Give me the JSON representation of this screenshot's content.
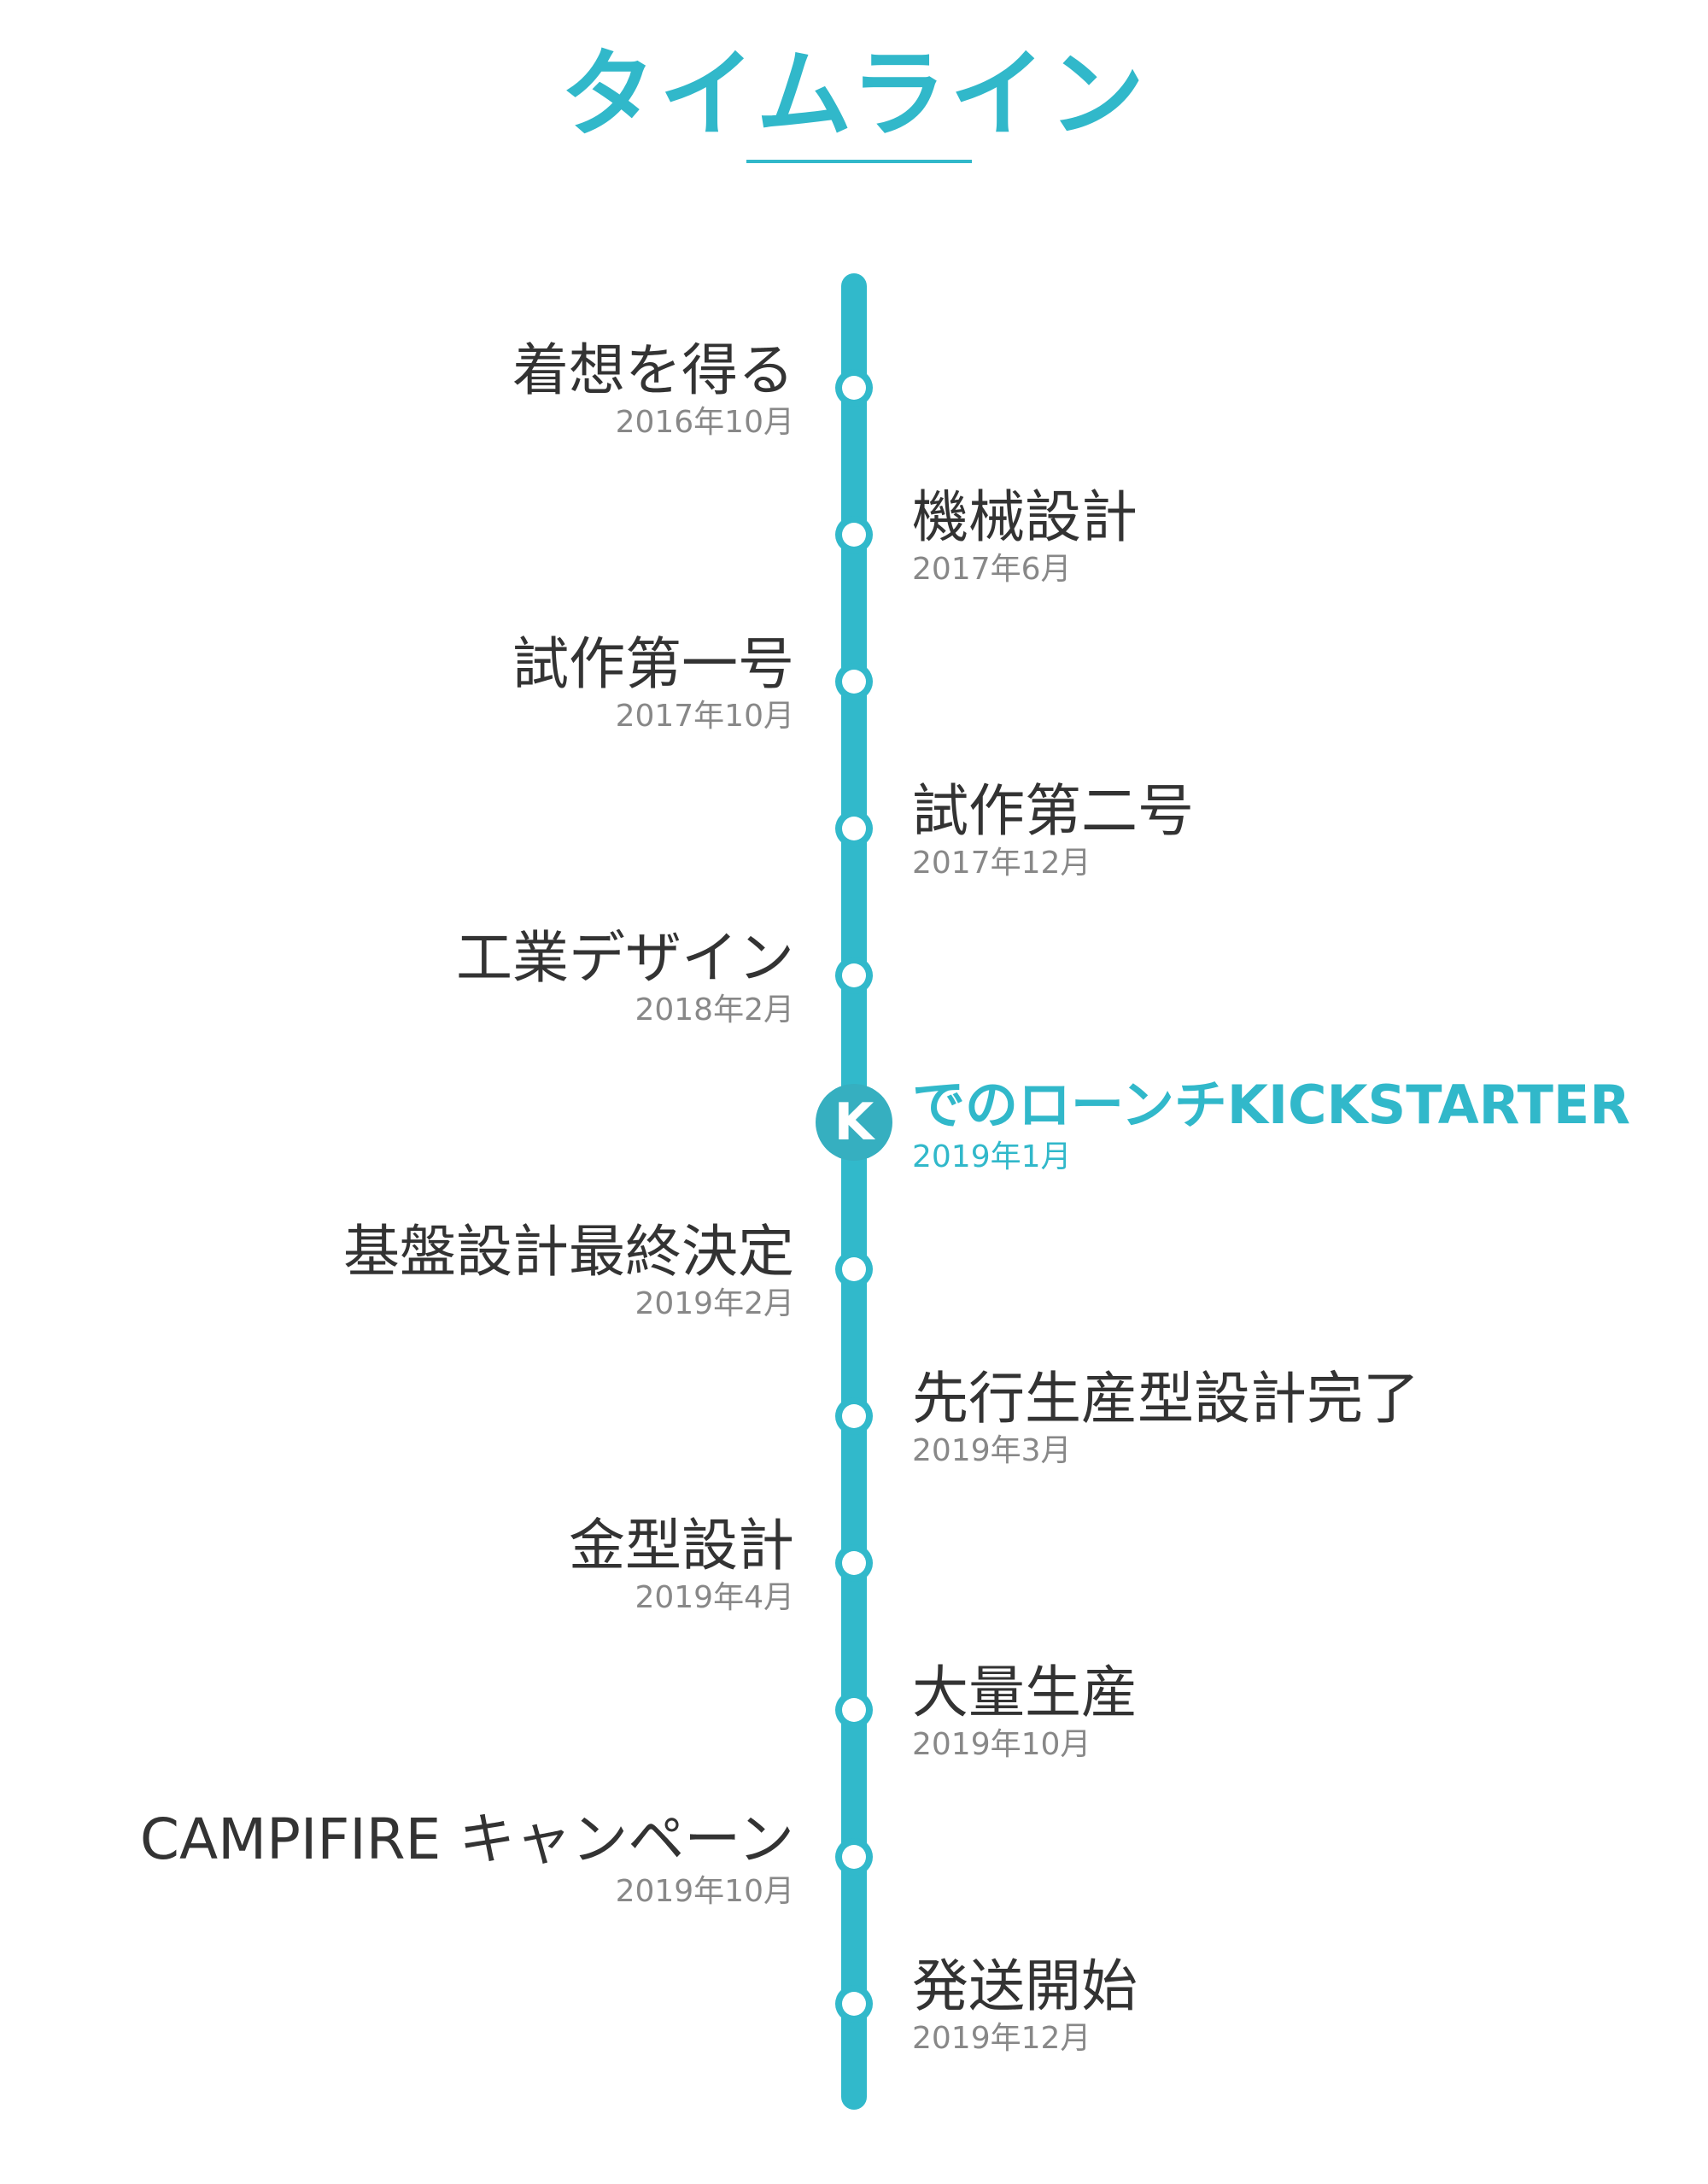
{
  "title": "タイムライン",
  "accent_color": "#31b9cb",
  "events": [
    {
      "label": "着想を得る",
      "date": "2016年10月",
      "side": "left"
    },
    {
      "label": "機械設計",
      "date": "2017年6月",
      "side": "right"
    },
    {
      "label": "試作第一号",
      "date": "2017年10月",
      "side": "left"
    },
    {
      "label": "試作第二号",
      "date": "2017年12月",
      "side": "right"
    },
    {
      "label": "工業デザイン",
      "date": "2018年2月",
      "side": "left"
    },
    {
      "label": "でのローンチKICKSTARTER",
      "date": "2019年1月",
      "side": "right",
      "highlight": true,
      "icon": "kickstarter-icon"
    },
    {
      "label": "基盤設計最終決定",
      "date": "2019年2月",
      "side": "left"
    },
    {
      "label": "先行生産型設計完了",
      "date": "2019年3月",
      "side": "right"
    },
    {
      "label": "金型設計",
      "date": "2019年4月",
      "side": "left"
    },
    {
      "label": "大量生産",
      "date": "2019年10月",
      "side": "right"
    },
    {
      "label": "CAMPIFIRE キャンペーン",
      "date": "2019年10月",
      "side": "left"
    },
    {
      "label": "発送開始",
      "date": "2019年12月",
      "side": "right"
    }
  ]
}
